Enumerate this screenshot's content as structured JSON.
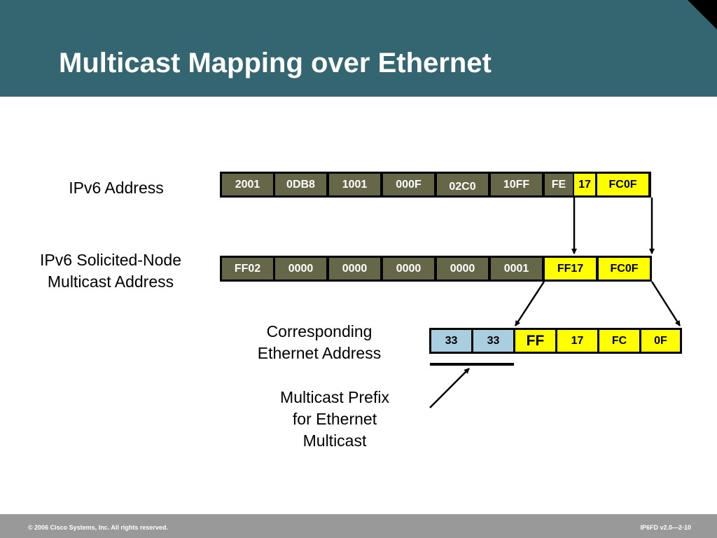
{
  "title": "Multicast Mapping over Ethernet",
  "footer": {
    "copyright": "© 2006 Cisco Systems, Inc. All rights reserved.",
    "code": "IP6FD v2.0—2-10"
  },
  "labels": {
    "ipv6_address": "IPv6 Address",
    "solicited_line1": "IPv6 Solicited-Node",
    "solicited_line2": "Multicast Address",
    "ethernet_line1": "Corresponding",
    "ethernet_line2": "Ethernet Address",
    "prefix_line1": "Multicast Prefix",
    "prefix_line2": "for Ethernet",
    "prefix_line3": "Multicast"
  },
  "ipv6_address": [
    "2001",
    "0DB8",
    "1001",
    "000F",
    "02C0",
    "10FF",
    "FE",
    "17",
    "FC0F"
  ],
  "solicited_node": [
    "FF02",
    "0000",
    "0000",
    "0000",
    "0000",
    "0001",
    "FF17",
    "FC0F"
  ],
  "ethernet_address": [
    "33",
    "33",
    "FF",
    "17",
    "FC",
    "0F"
  ],
  "colors": {
    "header": "#336670",
    "dark_cell": "#666648",
    "highlight": "#ffff00",
    "prefix_cell": "#a8cee0",
    "footer": "#999999"
  }
}
